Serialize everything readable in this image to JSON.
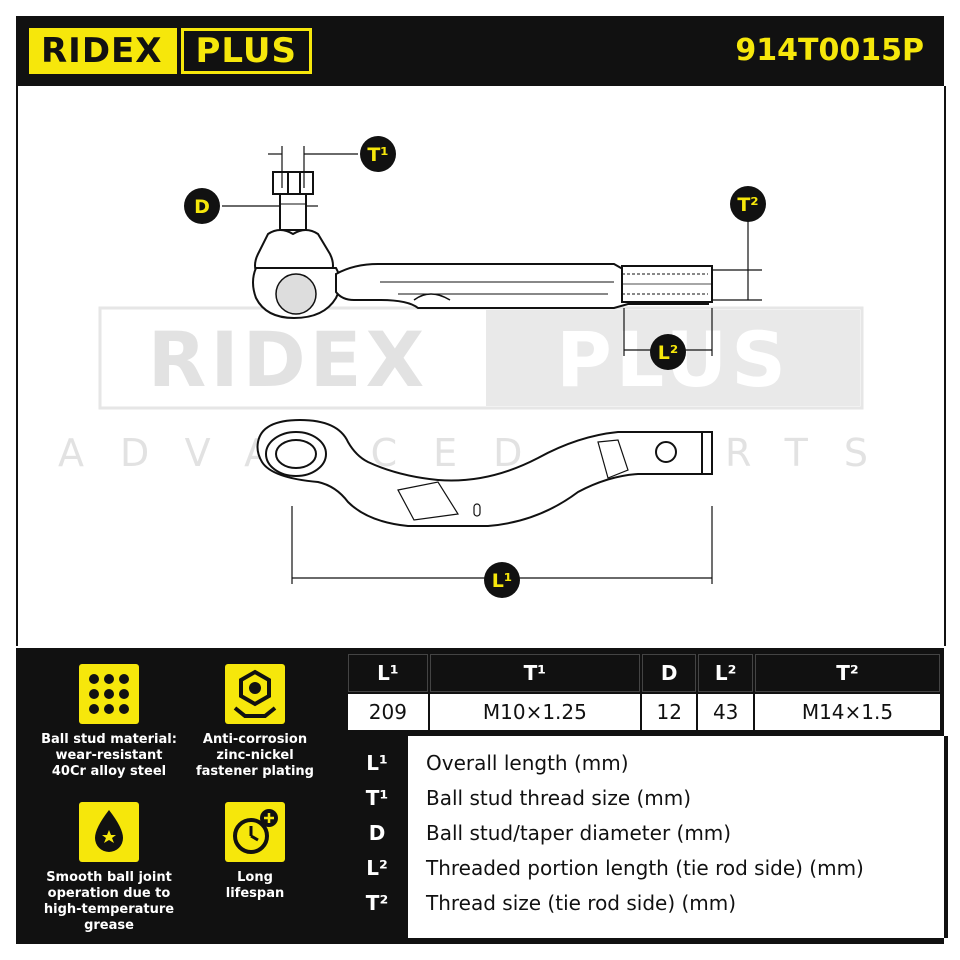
{
  "header": {
    "brand_left": "RIDEX",
    "brand_right": "PLUS",
    "part_number": "914T0015P"
  },
  "watermark": {
    "brand_left": "RIDEX",
    "brand_right": "PLUS",
    "tagline": "ADVANCED PARTS"
  },
  "drawing_labels": {
    "t1": "T¹",
    "d": "D",
    "t2": "T²",
    "l2": "L²",
    "l1": "L¹"
  },
  "features": [
    {
      "icon": "grid-icon",
      "text": [
        "Ball stud material:",
        "wear-resistant",
        "40Cr alloy steel"
      ]
    },
    {
      "icon": "nut-shield-icon",
      "text": [
        "Anti-corrosion",
        "zinc-nickel",
        "fastener plating"
      ]
    },
    {
      "icon": "grease-drop-icon",
      "text": [
        "Smooth ball joint",
        "operation due to",
        "high-temperature",
        "grease"
      ]
    },
    {
      "icon": "clock-plus-icon",
      "text": [
        "Long",
        "lifespan"
      ]
    }
  ],
  "spec_table": {
    "headers": [
      "L¹",
      "T¹",
      "D",
      "L²",
      "T²"
    ],
    "values": [
      "209",
      "M10×1.25",
      "12",
      "43",
      "M14×1.5"
    ]
  },
  "legend": [
    {
      "key": "L¹",
      "text": "Overall length (mm)"
    },
    {
      "key": "T¹",
      "text": "Ball stud thread size (mm)"
    },
    {
      "key": "D",
      "text": "Ball stud/taper diameter (mm)"
    },
    {
      "key": "L²",
      "text": "Threaded portion length (tie rod side) (mm)"
    },
    {
      "key": "T²",
      "text": "Thread size (tie rod side) (mm)"
    }
  ],
  "colors": {
    "brand_yellow": "#f6e70b",
    "dark": "#111111"
  }
}
